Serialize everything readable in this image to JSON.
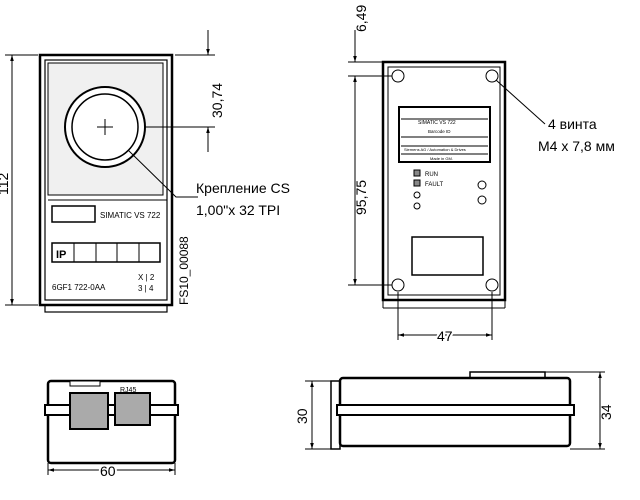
{
  "front": {
    "dim_height": "112",
    "dim_mount": "30,74",
    "mount_label_1": "Крепление CS",
    "mount_label_2": "1,00\"x 32 TPI",
    "drawing_id": "FS10_00088",
    "product": "SIMATIC VS 722",
    "ip": "IP",
    "order_no": "6GF1 722-0AA",
    "x_top": "X | 2",
    "x_bottom": "3 | 4"
  },
  "back": {
    "dim_top": "6,49",
    "dim_holes_v": "95,75",
    "dim_holes_h": "47",
    "screws_1": "4 винта",
    "screws_2": "M4 x 7,8 мм",
    "label_product": "SIMATIC VS 722",
    "label_barcode": "Barcode ID",
    "label_maker": "Siemens AG / Automation & Drives",
    "label_origin": "Made in GM.",
    "led_run": "RUN",
    "led_fault": "FAULT"
  },
  "bottom": {
    "connector": "RJ45",
    "dim_width": "60"
  },
  "side": {
    "dim_body": "30",
    "dim_total": "34"
  }
}
